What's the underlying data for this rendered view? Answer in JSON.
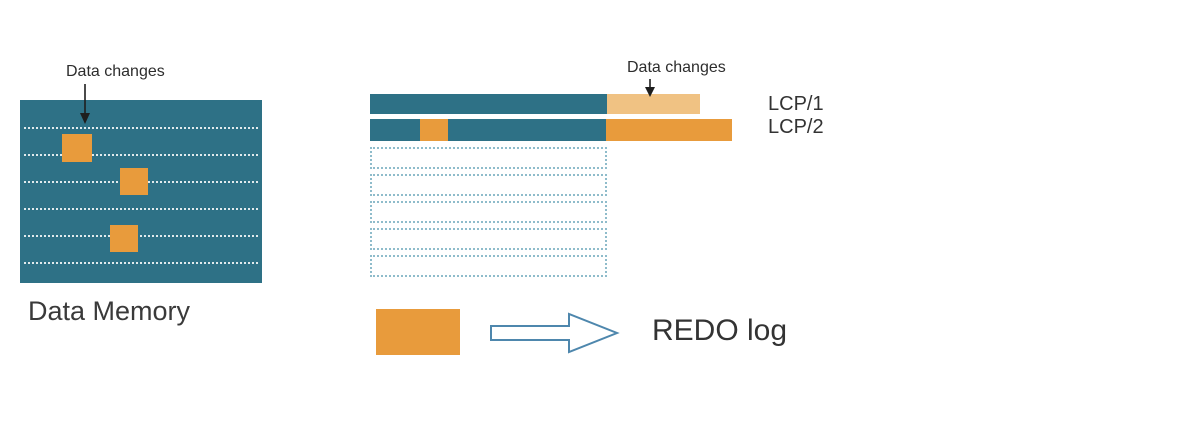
{
  "left_panel": {
    "annotation": "Data changes",
    "label": "Data Memory"
  },
  "right_panel": {
    "annotation": "Data changes",
    "bars": [
      {
        "label": "LCP/1"
      },
      {
        "label": "LCP/2"
      }
    ]
  },
  "legend": {
    "label": "REDO log"
  },
  "colors": {
    "teal": "#2e7186",
    "orange": "#e89b3c",
    "light_orange": "#f0c283",
    "row_border": "#8fbccb",
    "arrow_outline": "#4e87ad",
    "text": "#2d2d2d"
  }
}
